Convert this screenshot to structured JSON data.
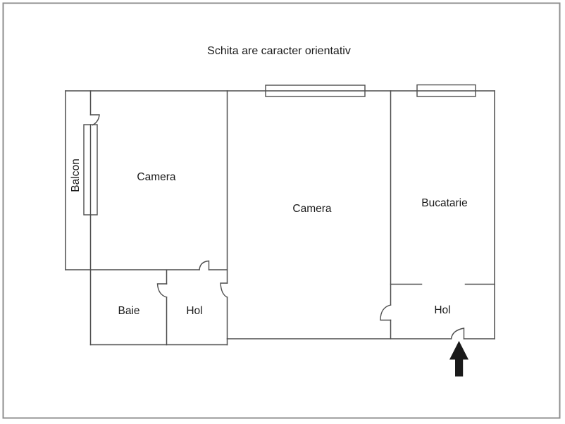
{
  "title": "Schita are caracter orientativ",
  "rooms": {
    "balcon": {
      "label": "Balcon"
    },
    "camera_left": {
      "label": "Camera"
    },
    "camera_middle": {
      "label": "Camera"
    },
    "bucatarie": {
      "label": "Bucatarie"
    },
    "baie": {
      "label": "Baie"
    },
    "hol_left": {
      "label": "Hol"
    },
    "hol_right": {
      "label": "Hol"
    }
  },
  "icons": {
    "entrance_arrow": "entrance-arrow-up"
  },
  "colors": {
    "background": "#ffffff",
    "border": "#8f8f8f",
    "wall": "#4d4d4d",
    "text": "#1a1a1a",
    "arrow": "#1a1a1a"
  }
}
